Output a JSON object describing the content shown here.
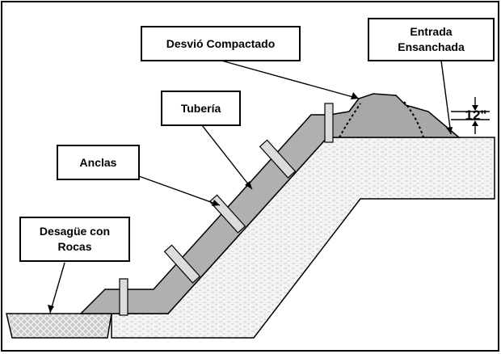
{
  "labels": {
    "desvio_compactado": "Desvió Compactado",
    "entrada_ensanchada": "Entrada\nEnsanchada",
    "tuberia": "Tubería",
    "anclas": "Anclas",
    "desague_con_rocas": "Desagüe con\nRocas"
  },
  "dimension": {
    "height": "12\""
  },
  "colors": {
    "soil_fill": "#f4f4f4",
    "soil_texture": "#b8b8b8",
    "pipe_fill": "#b0b0b0",
    "anchor_fill": "#dcdcdc",
    "berm_fill": "#a8a8a8",
    "rock_fill": "#e6e6e6",
    "outline": "#000000"
  }
}
